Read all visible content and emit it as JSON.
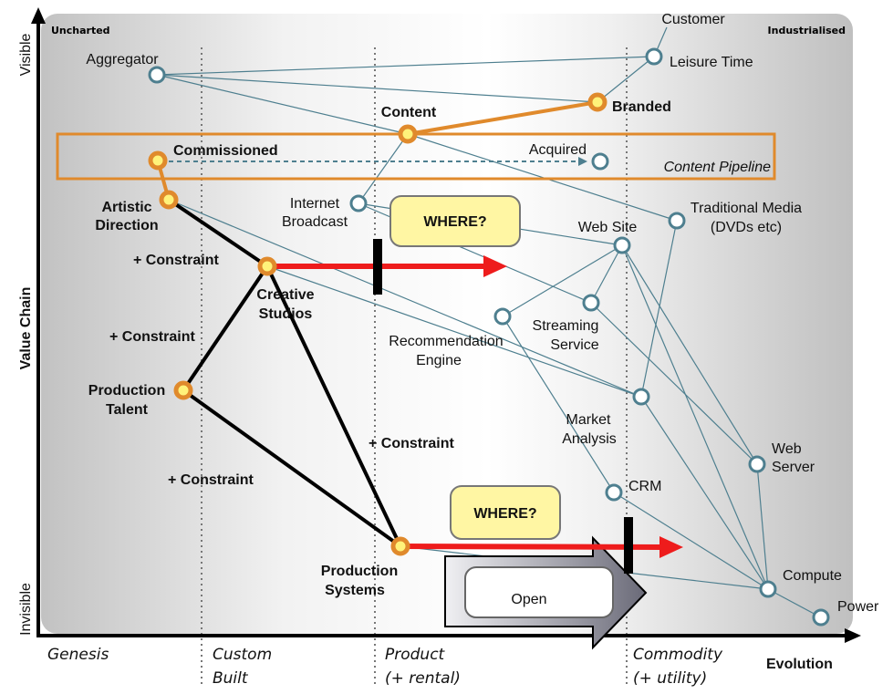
{
  "axes": {
    "y_label": "Value Chain",
    "y_top": "Visible",
    "y_bottom": "Invisible",
    "x_label": "Evolution"
  },
  "corners": {
    "left": "Uncharted",
    "right": "Industrialised"
  },
  "stages": [
    {
      "line1": "Genesis",
      "line2": ""
    },
    {
      "line1": "Custom",
      "line2": "Built"
    },
    {
      "line1": "Product",
      "line2": "(+ rental)"
    },
    {
      "line1": "Commodity",
      "line2": "(+ utility)"
    }
  ],
  "nodes": {
    "customer": "Customer",
    "leisure": "Leisure Time",
    "aggregator": "Aggregator",
    "branded": "Branded",
    "content": "Content",
    "commissioned": "Commissioned",
    "acquired": "Acquired",
    "artistic": [
      "Artistic",
      "Direction"
    ],
    "internet": [
      "Internet",
      "Broadcast"
    ],
    "traditional": [
      "Traditional Media",
      "(DVDs etc)"
    ],
    "website": "Web Site",
    "creative": [
      "Creative",
      "Studios"
    ],
    "streaming": [
      "Streaming",
      "Service"
    ],
    "recommendation": [
      "Recommendation",
      "Engine"
    ],
    "market": [
      "Market",
      "Analysis"
    ],
    "talent": [
      "Production",
      "Talent"
    ],
    "webserver": [
      "Web",
      "Server"
    ],
    "crm": "CRM",
    "systems": [
      "Production",
      "Systems"
    ],
    "compute": "Compute",
    "power": "Power"
  },
  "pipeline_label": "Content Pipeline",
  "constraint_label": "+ Constraint",
  "where_label": "WHERE?",
  "open_label": "Open",
  "colors": {
    "orange": "#e08a2c",
    "node_fill": "#fff27a",
    "edge": "#4e7f8f",
    "red": "#ee1c1c",
    "where_fill": "#fff6a3"
  }
}
